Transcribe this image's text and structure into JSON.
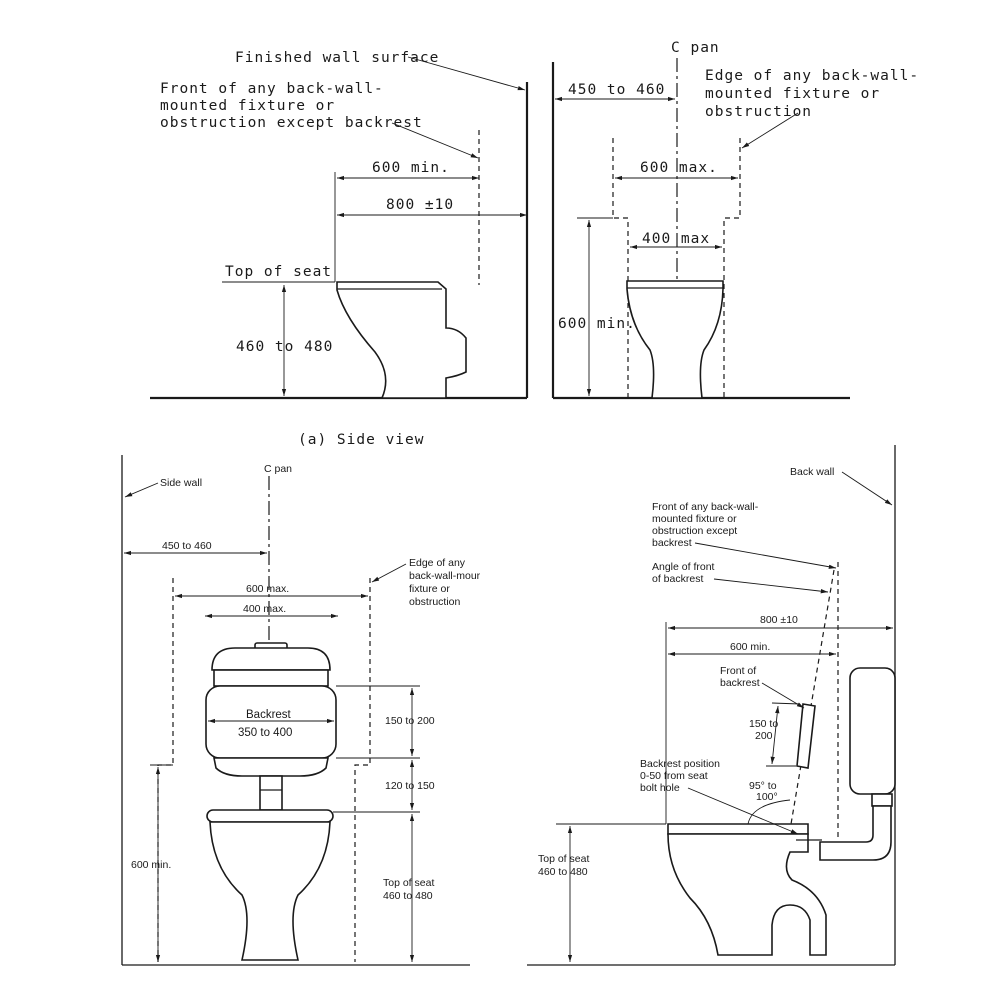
{
  "side_view": {
    "finished_wall": "Finished wall surface",
    "front_fixture_1": "Front of any back-wall-",
    "front_fixture_2": "mounted fixture or",
    "front_fixture_3": "obstruction except backrest",
    "dim_600min": "600 min.",
    "dim_800": "800 ±10",
    "top_of_seat": "Top of seat",
    "dim_height": "460 to 480",
    "caption": "(a) Side view"
  },
  "front_view": {
    "cl_pan": "C pan",
    "dim_450": "450 to 460",
    "edge_1": "Edge of any back-wall-",
    "edge_2": "mounted fixture or",
    "edge_3": "obstruction",
    "dim_600max": "600 max.",
    "dim_400max": "400 max",
    "dim_600min": "600 min."
  },
  "backrest_front": {
    "side_wall": "Side wall",
    "cl_pan": "C pan",
    "dim_450": "450 to 460",
    "edge_1": "Edge of any",
    "edge_2": "back-wall-mour",
    "edge_3": "fixture or",
    "edge_4": "obstruction",
    "dim_600max": "600 max.",
    "dim_400max": "400 max.",
    "backrest_1": "Backrest",
    "backrest_2": "350 to 400",
    "dim_150_200": "150 to 200",
    "dim_120_150": "120 to 150",
    "dim_600min": "600 min.",
    "top_seat_1": "Top of seat",
    "top_seat_2": "460 to 480"
  },
  "backrest_side": {
    "back_wall": "Back wall",
    "front_fixture_1": "Front of any back-wall-",
    "front_fixture_2": "mounted fixture or",
    "front_fixture_3": "obstruction except",
    "front_fixture_4": "backrest",
    "angle_1": "Angle of front",
    "angle_2": "of backrest",
    "dim_800": "800 ±10",
    "dim_600min": "600 min.",
    "front_backrest_1": "Front of",
    "front_backrest_2": "backrest",
    "dim_150_1": "150 to",
    "dim_150_2": "200",
    "position_1": "Backrest position",
    "position_2": "0-50 from seat",
    "position_3": "bolt hole",
    "angle_deg_1": "95° to",
    "angle_deg_2": "100°",
    "top_seat_1": "Top of seat",
    "top_seat_2": "460 to 480"
  }
}
